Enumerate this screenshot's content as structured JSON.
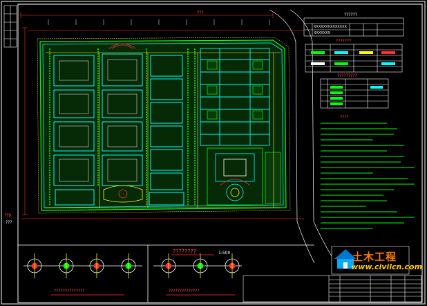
{
  "colors": {
    "background": "#000000",
    "frame": "#ffffff",
    "road": "#00ffff",
    "pipe": "#ffff00",
    "green_area": "#00ff00",
    "building": "#00ffff",
    "dimension": "#ff3030",
    "watermark": "#ff7a00"
  },
  "drawing": {
    "top_dimension": "???",
    "left_dimension": "??9",
    "left_label": "???",
    "table_top_title": "??????",
    "legend_title": "???????",
    "section_title": "?????????",
    "notes_title": "????",
    "plan_title": "????????",
    "plan_scale": "1:500",
    "detail_caption_left": "??????????????",
    "detail_caption_right": "??????????????",
    "table_row1": "XXXXXXXXXXXXXX",
    "table_row2": "XXXXXXX"
  },
  "watermark": {
    "brand_cn": "土木工程",
    "url": "www.civilcn.com"
  }
}
